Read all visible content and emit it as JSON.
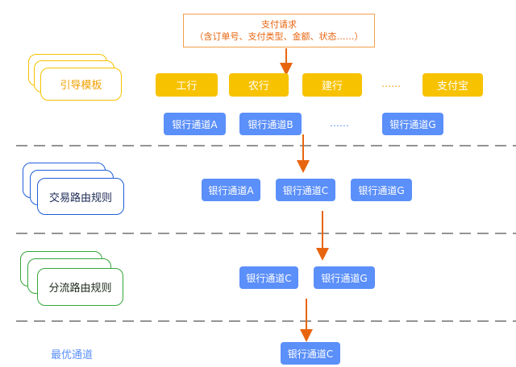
{
  "request": {
    "title": "支付请求",
    "detail": "（含订单号、支付类型、金额、状态……）"
  },
  "sections": {
    "guide": "引导模板",
    "routing": "交易路由规则",
    "split": "分流路由规则",
    "best": "最优通道"
  },
  "banks": [
    "工行",
    "农行",
    "建行",
    "……",
    "支付宝"
  ],
  "row1": [
    "银行通道A",
    "银行通道B",
    "……",
    "银行通道G"
  ],
  "row2": [
    "银行通道A",
    "银行通道C",
    "银行通道G"
  ],
  "row3": [
    "银行通道C",
    "银行通道G"
  ],
  "final": "银行通道C",
  "colors": {
    "bank": "#f7c200",
    "channel": "#5b8ff9",
    "arrow": "#e8650f",
    "guide": "#f7c200",
    "routing": "#1f5fd6",
    "split": "#35a63a"
  }
}
